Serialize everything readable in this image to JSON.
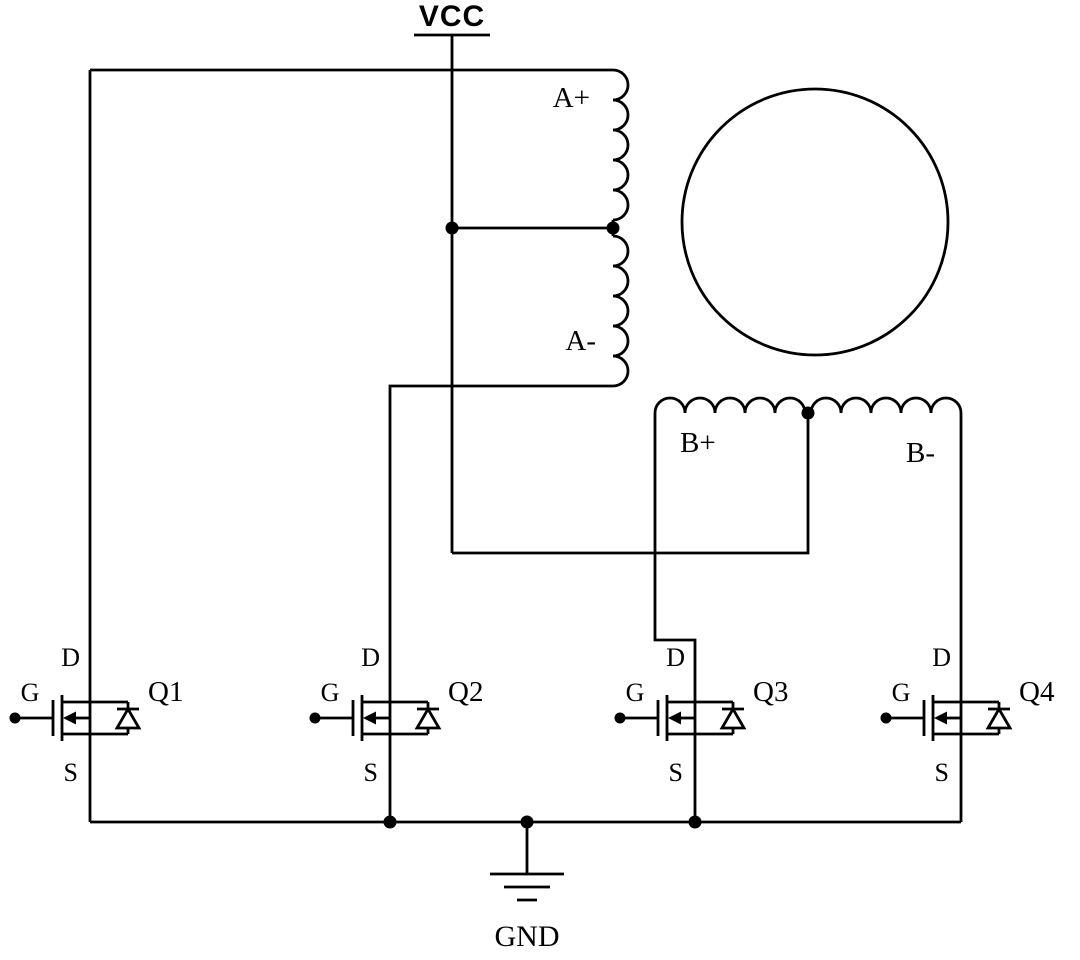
{
  "power": {
    "vcc_label": "VCC",
    "gnd_label": "GND"
  },
  "motor": {
    "phase_a_plus": "A+",
    "phase_a_minus": "A-",
    "phase_b_plus": "B+",
    "phase_b_minus": "B-"
  },
  "transistors": [
    {
      "name": "Q1",
      "drain": "D",
      "gate": "G",
      "source": "S"
    },
    {
      "name": "Q2",
      "drain": "D",
      "gate": "G",
      "source": "S"
    },
    {
      "name": "Q3",
      "drain": "D",
      "gate": "G",
      "source": "S"
    },
    {
      "name": "Q4",
      "drain": "D",
      "gate": "G",
      "source": "S"
    }
  ],
  "colors": {
    "line": "#000000",
    "background": "#ffffff"
  }
}
